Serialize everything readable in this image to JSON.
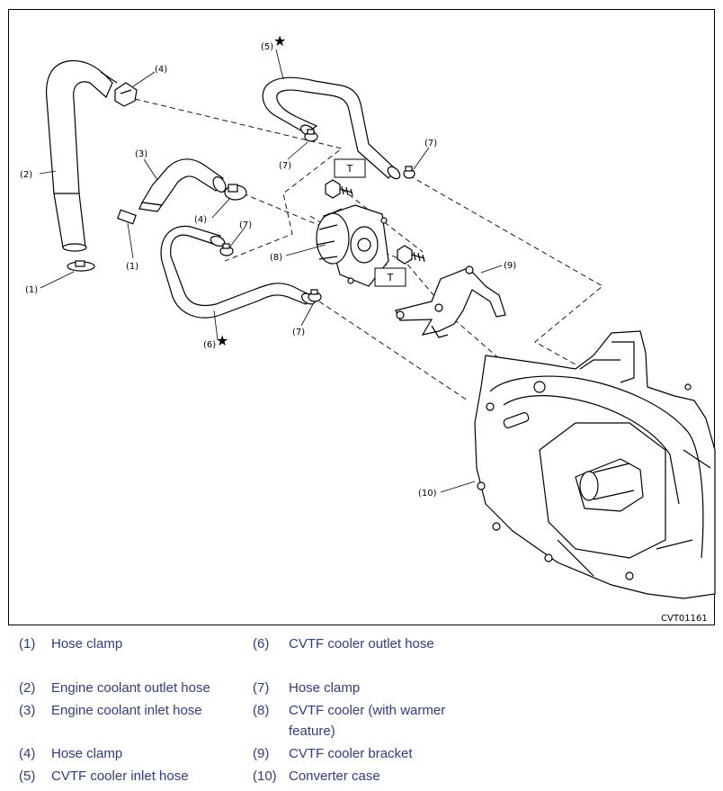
{
  "figure": {
    "id": "CVT01161",
    "torque_mark": "T",
    "star_mark": "★",
    "callouts": {
      "c1": "(1)",
      "c2": "(2)",
      "c3": "(3)",
      "c4a": "(4)",
      "c4b": "(4)",
      "c5": "(5)",
      "c6": "(6)",
      "c7a": "(7)",
      "c7b": "(7)",
      "c7c": "(7)",
      "c7d": "(7)",
      "c8": "(8)",
      "c9": "(9)",
      "c10": "(10)"
    }
  },
  "legend": [
    {
      "num": "(1)",
      "text": "Hose clamp"
    },
    {
      "num": "(6)",
      "text": "CVTF cooler outlet hose"
    },
    {
      "num": "(2)",
      "text": "Engine coolant outlet hose"
    },
    {
      "num": "(7)",
      "text": "Hose clamp"
    },
    {
      "num": "(3)",
      "text": "Engine coolant inlet hose"
    },
    {
      "num": "(8)",
      "text": "CVTF cooler (with warmer",
      "text2": "feature)"
    },
    {
      "num": "(4)",
      "text": "Hose clamp"
    },
    {
      "num": "(9)",
      "text": "CVTF cooler bracket"
    },
    {
      "num": "(5)",
      "text": "CVTF cooler inlet hose"
    },
    {
      "num": "(10)",
      "text": "Converter case"
    }
  ]
}
